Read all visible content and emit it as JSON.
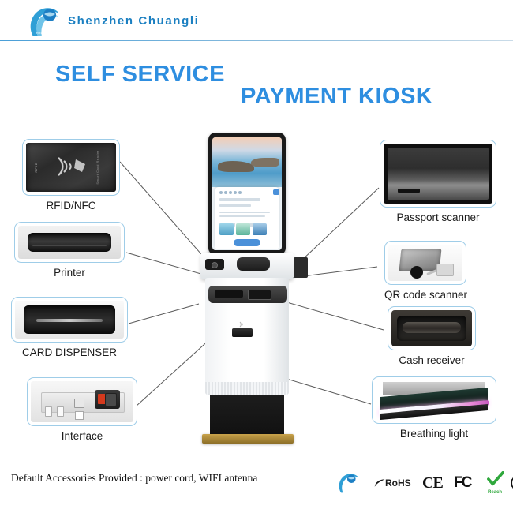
{
  "header": {
    "brand": "Shenzhen Chuangli",
    "logo_icon": "chuangli-globe-logo"
  },
  "titles": {
    "line1": "SELF SERVICE",
    "line2": "PAYMENT KIOSK",
    "color": "#2e8ee0"
  },
  "callouts": {
    "left": [
      {
        "label": "RFID/NFC",
        "part_icon": "rfid-nfc-reader"
      },
      {
        "label": "Printer",
        "part_icon": "thermal-printer-slot"
      },
      {
        "label": "CARD DISPENSER",
        "part_icon": "card-dispenser-slot"
      },
      {
        "label": "Interface",
        "part_icon": "io-interface-panel"
      }
    ],
    "right": [
      {
        "label": "Passport scanner",
        "part_icon": "passport-scanner"
      },
      {
        "label": "QR code scanner",
        "part_icon": "qr-code-scanner"
      },
      {
        "label": "Cash receiver",
        "part_icon": "cash-receiver-slot"
      },
      {
        "label": "Breathing light",
        "part_icon": "breathing-led-light"
      }
    ]
  },
  "kiosk": {
    "name": "self-service-payment-kiosk",
    "screen": {
      "content": "hotel-booking-app",
      "button_color": "#4a90d9"
    }
  },
  "footer": {
    "note": "Default Accessories Provided : power cord, WIFI antenna",
    "certifications": [
      {
        "name": "company-logo",
        "label": ""
      },
      {
        "name": "rohs-badge",
        "label": "RoHS"
      },
      {
        "name": "ce-badge",
        "label": "CE"
      },
      {
        "name": "fcc-badge",
        "label": "FC"
      },
      {
        "name": "reach-badge",
        "label": "Reach"
      },
      {
        "name": "ccc-badge",
        "label": "CCC"
      }
    ]
  }
}
